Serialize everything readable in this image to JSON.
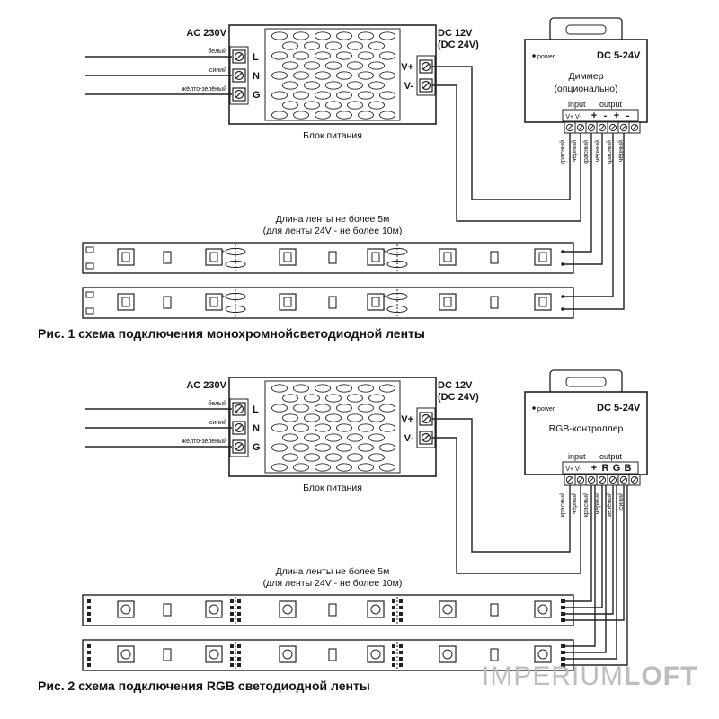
{
  "figures": [
    {
      "caption": "Рис. 1 схема подключения монохромнойсветодиодной ленты",
      "ac_label": "AC 230V",
      "wires": [
        {
          "color_name": "белый",
          "terminal": "L"
        },
        {
          "color_name": "синий",
          "terminal": "N"
        },
        {
          "color_name": "жёлто-зелёный",
          "terminal": "G"
        }
      ],
      "dc_label_1": "DC 12V",
      "dc_label_2": "(DC 24V)",
      "dc_terminals": [
        "V+",
        "V-"
      ],
      "psu_label": "Блок питания",
      "controller": {
        "power": "power",
        "voltage": "DC 5-24V",
        "title_1": "Диммер",
        "title_2": "(опционально)",
        "input": "input",
        "output": "output",
        "input_pins": "V+ V-",
        "output_pins": [
          "+",
          "-",
          "+",
          "-"
        ],
        "wire_labels": [
          "красный",
          "чёрный",
          "красный",
          "чёрный",
          "красный",
          "чёрный"
        ]
      },
      "strip_note_1": "Длина ленты не более 5м",
      "strip_note_2": "(для ленты 24V - не более 10м)",
      "strip_type": "mono"
    },
    {
      "caption": "Рис. 2 схема подключения RGB светодиодной ленты",
      "ac_label": "AC 230V",
      "wires": [
        {
          "color_name": "белый",
          "terminal": "L"
        },
        {
          "color_name": "синий",
          "terminal": "N"
        },
        {
          "color_name": "жёлто-зелёный",
          "terminal": "G"
        }
      ],
      "dc_label_1": "DC 12V",
      "dc_label_2": "(DC 24V)",
      "dc_terminals": [
        "V+",
        "V-"
      ],
      "psu_label": "Блок питания",
      "controller": {
        "power": "power",
        "voltage": "DC 5-24V",
        "title_1": "RGB-контроллер",
        "title_2": "",
        "input": "input",
        "output": "output",
        "input_pins": "V+ V-",
        "output_pins": [
          "+",
          "R",
          "G",
          "B"
        ],
        "wire_labels": [
          "красный",
          "чёрный",
          "красный",
          "чёрный",
          "зелёный",
          "синий"
        ]
      },
      "strip_note_1": "Длина ленты не более 5м",
      "strip_note_2": "(для ленты 24V - не более 10м)",
      "strip_type": "rgb"
    }
  ],
  "watermark": {
    "part1": "IMPERIUM",
    "part2": "LOFT"
  },
  "colors": {
    "line": "#222222",
    "watermark": "#bdbdbd"
  }
}
